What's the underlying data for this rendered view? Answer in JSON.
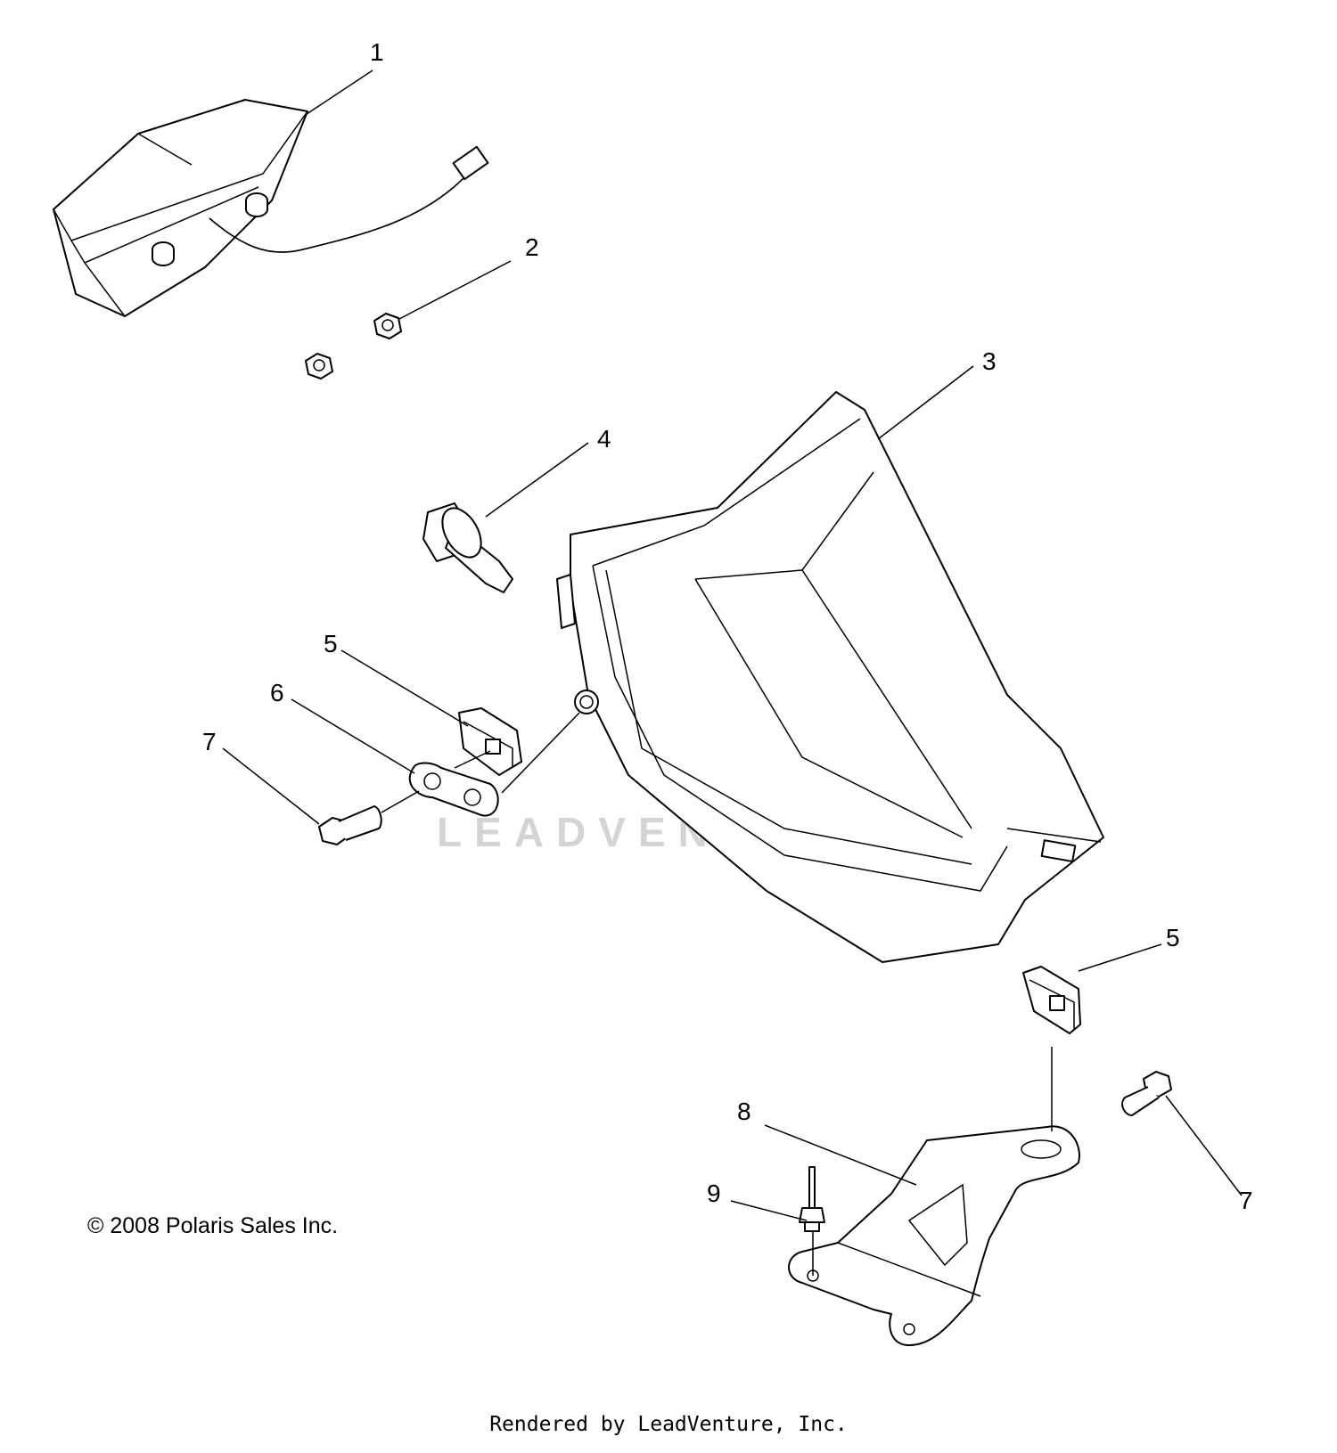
{
  "callouts": [
    {
      "id": "p1",
      "label": "1"
    },
    {
      "id": "p2",
      "label": "2"
    },
    {
      "id": "p3",
      "label": "3"
    },
    {
      "id": "p4",
      "label": "4"
    },
    {
      "id": "p5a",
      "label": "5"
    },
    {
      "id": "p6",
      "label": "6"
    },
    {
      "id": "p7a",
      "label": "7"
    },
    {
      "id": "p5b",
      "label": "5"
    },
    {
      "id": "p8",
      "label": "8"
    },
    {
      "id": "p9",
      "label": "9"
    },
    {
      "id": "p7b",
      "label": "7"
    }
  ],
  "watermark": "LEADVENTURE",
  "copyright": "© 2008 Polaris Sales Inc.",
  "footer": "Rendered by LeadVenture, Inc."
}
